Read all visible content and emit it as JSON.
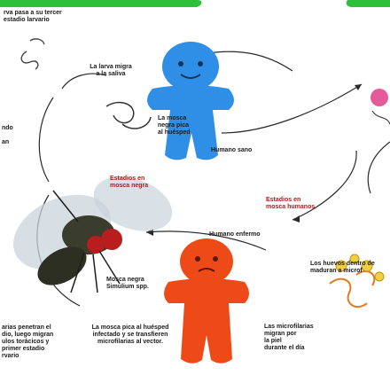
{
  "labels": {
    "tl_header": "rva pasa a su tercer\nestadio larvario",
    "larva_migra": "La larva migra\na la saliva",
    "mosca_pica": "La mosca\nnegra pica\nal huésped",
    "side_left_a": "ndo",
    "side_left_b": "an",
    "humano_sano": "Humano sano",
    "estadios_mosca": "Estadios en\nmosca negra",
    "estadios_humanos": "Estadios en\nmosca humanos",
    "humano_enfermo": "Humano enfermo",
    "huevos_dentro": "Los huevos dentro de\nmaduran a microf",
    "mosca_negra_species": "Mosca negra\nSimulium spp.",
    "microfilarias_migran": "Las microfilarias\nmigran por\nla piel\ndurante el día",
    "mosca_pica_huesped": "La mosca pica al huésped\ninfectado y se transfieren\nmicrofilarias al vector.",
    "larvas_penetran": "arias penetran el\ndio, luego migran\nulos torácicos y\nprimer estadio\nrvario"
  },
  "colors": {
    "healthy_figure": "#2f8fe6",
    "sick_figure": "#ee4a18",
    "label_red": "#b01a1a",
    "cycle_line": "#2a2a2a",
    "green_bar": "#2fbf3a"
  },
  "icons": {
    "healthy_human": "blue-gingerbread-human",
    "sick_human": "orange-gingerbread-human",
    "fly": "black-fly",
    "worm": "microfilaria-worm",
    "parasites": "larva-cluster"
  }
}
